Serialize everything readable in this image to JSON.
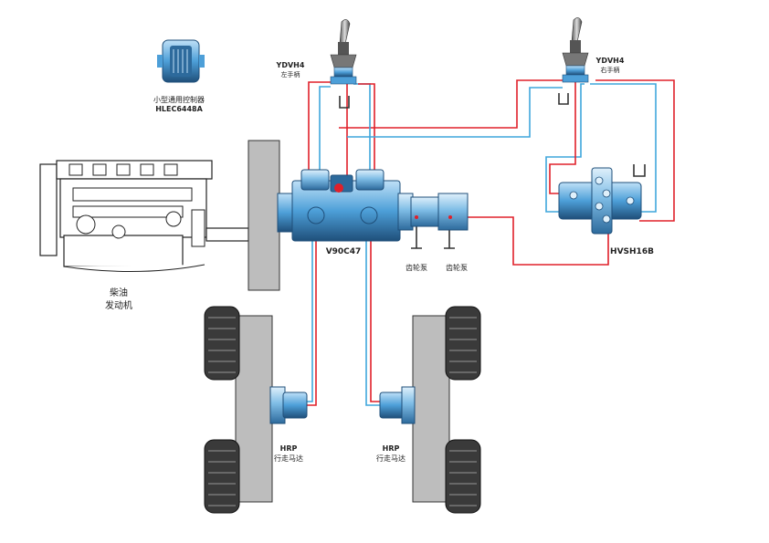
{
  "labels": {
    "controller_name": "小型通用控制器",
    "controller_model": "HLEC6448A",
    "left_joystick_model": "YDVH4",
    "left_joystick_name": "左手柄",
    "right_joystick_model": "YDVH4",
    "right_joystick_name": "右手柄",
    "engine_line1": "柴油",
    "engine_line2": "发动机",
    "pump_model": "V90C47",
    "gear_pump_1": "齿轮泵",
    "gear_pump_2": "齿轮泵",
    "valve_model": "HVSH16B",
    "left_motor_model": "HRP",
    "left_motor_name": "行走马达",
    "right_motor_model": "HRP",
    "right_motor_name": "行走马达"
  },
  "colors": {
    "pilot_line": "#e0202a",
    "return_line": "#3fa6dc",
    "component_blue": "#4d9fd8",
    "component_dark": "#1f4f7a",
    "track_gray": "#bdbdbd",
    "outline": "#333333"
  }
}
